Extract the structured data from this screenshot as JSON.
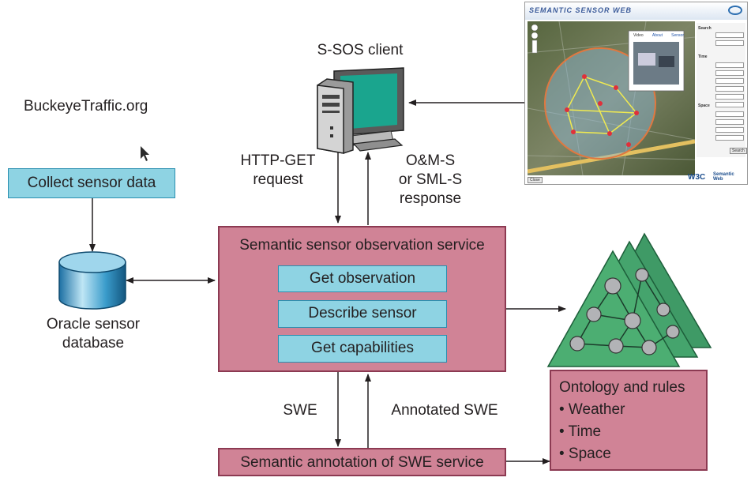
{
  "site": "BuckeyeTraffic.org",
  "collect": "Collect sensor data",
  "database": [
    "Oracle sensor",
    "database"
  ],
  "client": "S-SOS client",
  "request": [
    "HTTP-GET",
    "request"
  ],
  "response": [
    "O&M-S",
    "or SML-S",
    "response"
  ],
  "service": {
    "title": "Semantic sensor observation service",
    "ops": [
      "Get observation",
      "Describe sensor",
      "Get capabilities"
    ]
  },
  "swe": "SWE",
  "annotated": "Annotated SWE",
  "annotation_service": "Semantic annotation of SWE service",
  "ontology": {
    "title": "Ontology and rules",
    "items": [
      "• Weather",
      "• Time",
      "• Space"
    ]
  },
  "screenshot": {
    "banner": "SEMANTIC SENSOR WEB",
    "tabs": [
      "Video",
      "About",
      "Sensor"
    ],
    "panel_heads": [
      "Search",
      "Time",
      "Space"
    ],
    "search_button": "Search",
    "close_button": "Close",
    "w3c": "W3C",
    "semantic_web": [
      "Semantic",
      "Web"
    ]
  },
  "colors": {
    "service_fill": "#d08396",
    "operation_fill": "#8ed3e3",
    "ontology_fill": "#4cae72",
    "node_fill": "#b2b3b6"
  }
}
